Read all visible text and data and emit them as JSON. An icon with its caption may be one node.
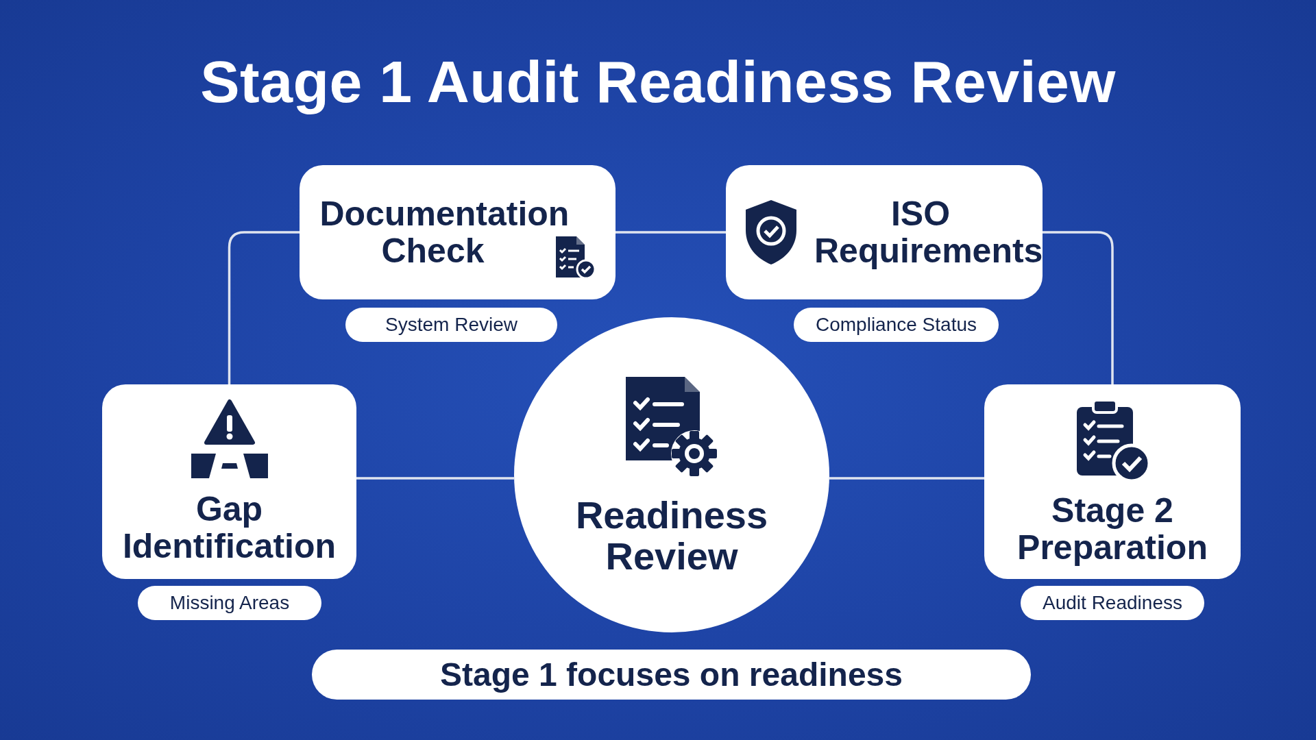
{
  "diagram": {
    "title": "Stage 1 Audit Readiness Review",
    "nodes": [
      {
        "text": [
          "Documentation Check"
        ]
      },
      {
        "text": [
          "ISO Requirements"
        ]
      },
      {
        "text": [
          "System Review"
        ]
      },
      {
        "text": [
          "Compliance Status"
        ]
      },
      {
        "text": [
          "Gap Identification"
        ]
      },
      {
        "text": [
          "Readiness Review"
        ]
      },
      {
        "text": [
          "Stage 2 Preparation"
        ]
      },
      {
        "text": [
          "Missing Areas"
        ]
      },
      {
        "text": [
          "Audit Readiness"
        ]
      },
      {
        "text": [
          "Stage 1 focuses on readiness"
        ]
      }
    ],
    "edges": [
      {
        "from": 4,
        "to": 0,
        "arrow": "none"
      },
      {
        "from": 0,
        "to": 1,
        "arrow": "none"
      },
      {
        "from": 1,
        "to": 6,
        "arrow": "none"
      },
      {
        "from": 4,
        "to": 5,
        "arrow": "none"
      },
      {
        "from": 5,
        "to": 6,
        "arrow": "none"
      }
    ]
  }
}
